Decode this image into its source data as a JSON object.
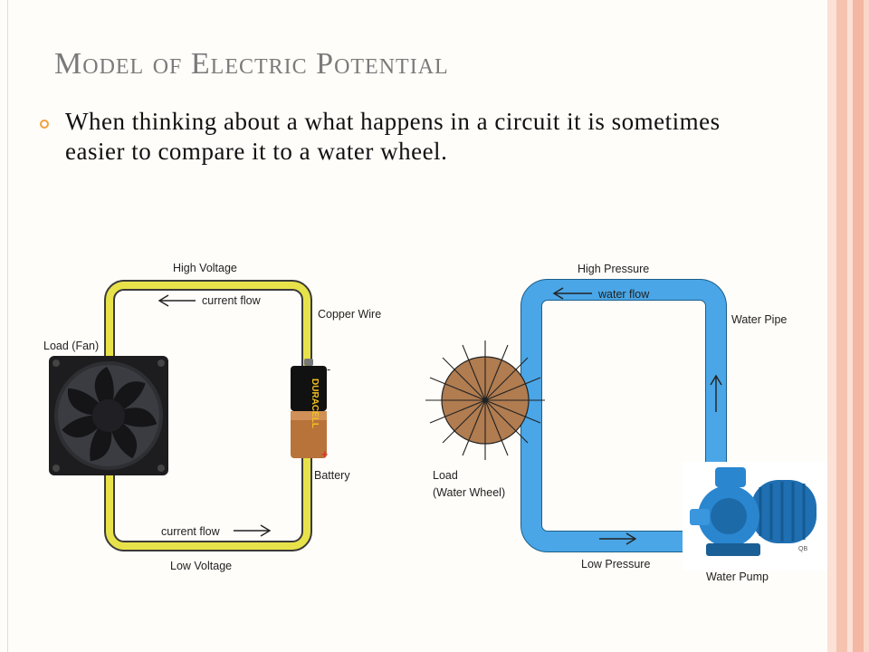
{
  "slide": {
    "title": "Model of Electric Potential",
    "bullet": "When thinking about a what happens in a circuit it is sometimes easier to compare it to a water wheel."
  },
  "electric_circuit": {
    "top_label": "High Voltage",
    "top_flow": "current flow",
    "wire_label": "Copper Wire",
    "load_label": "Load (Fan)",
    "battery_label": "Battery",
    "battery_brand": "DURACELL",
    "battery_minus": "-",
    "battery_plus": "+",
    "bottom_flow": "current flow",
    "bottom_label": "Low Voltage"
  },
  "water_circuit": {
    "top_label": "High Pressure",
    "top_flow": "water flow",
    "pipe_label": "Water Pipe",
    "load_label_line1": "Load",
    "load_label_line2": "(Water Wheel)",
    "bottom_label": "Low Pressure",
    "pump_label": "Water Pump",
    "pump_mark": "QB"
  },
  "colors": {
    "wire": "#e8e24a",
    "pipe": "#4aa6e6",
    "wheel": "#b07c50",
    "stripe_dark": "#f4b7a3",
    "stripe_light": "#fad6c8"
  }
}
